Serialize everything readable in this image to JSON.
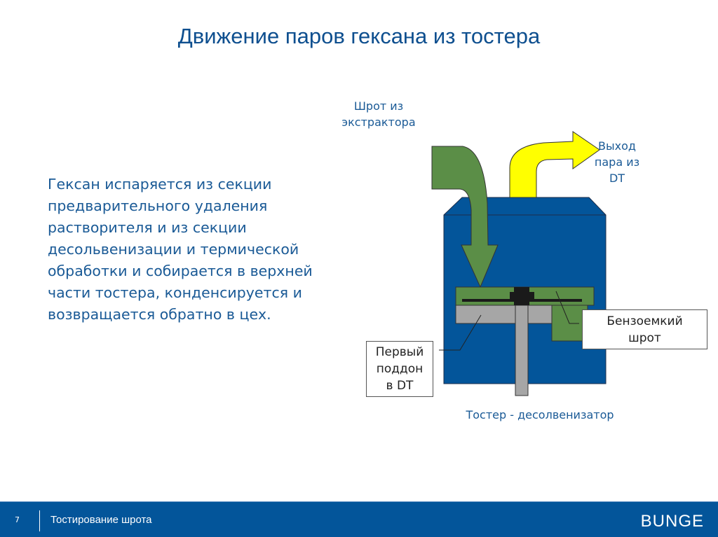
{
  "title": "Движение паров гексана из тостера",
  "body_lines": [
    "Гексан испаряется из секции",
    "предварительного удаления",
    "растворителя и из секции",
    "десольвенизации и термической",
    "обработки и собирается в верхней",
    "части тостера, конденсируется и",
    "возвращается обратно в цех."
  ],
  "diagram": {
    "meal_in": [
      "Шрот из",
      "экстрактора"
    ],
    "vapor_out": [
      "Выход",
      "пара из",
      "DT"
    ],
    "solvent_meal": [
      "Бензоемкий",
      "шрот"
    ],
    "first_tray": [
      "Первый",
      "поддон",
      "в DT"
    ],
    "caption": "Тостер - десолвенизатор"
  },
  "footer": {
    "page": "7",
    "text": "Тостирование шрота",
    "logo": "BUNGE"
  },
  "colors": {
    "accent": "#03559a",
    "green": "#5b8e47",
    "yellow": "#ffff00",
    "gray": "#a6a6a6"
  }
}
